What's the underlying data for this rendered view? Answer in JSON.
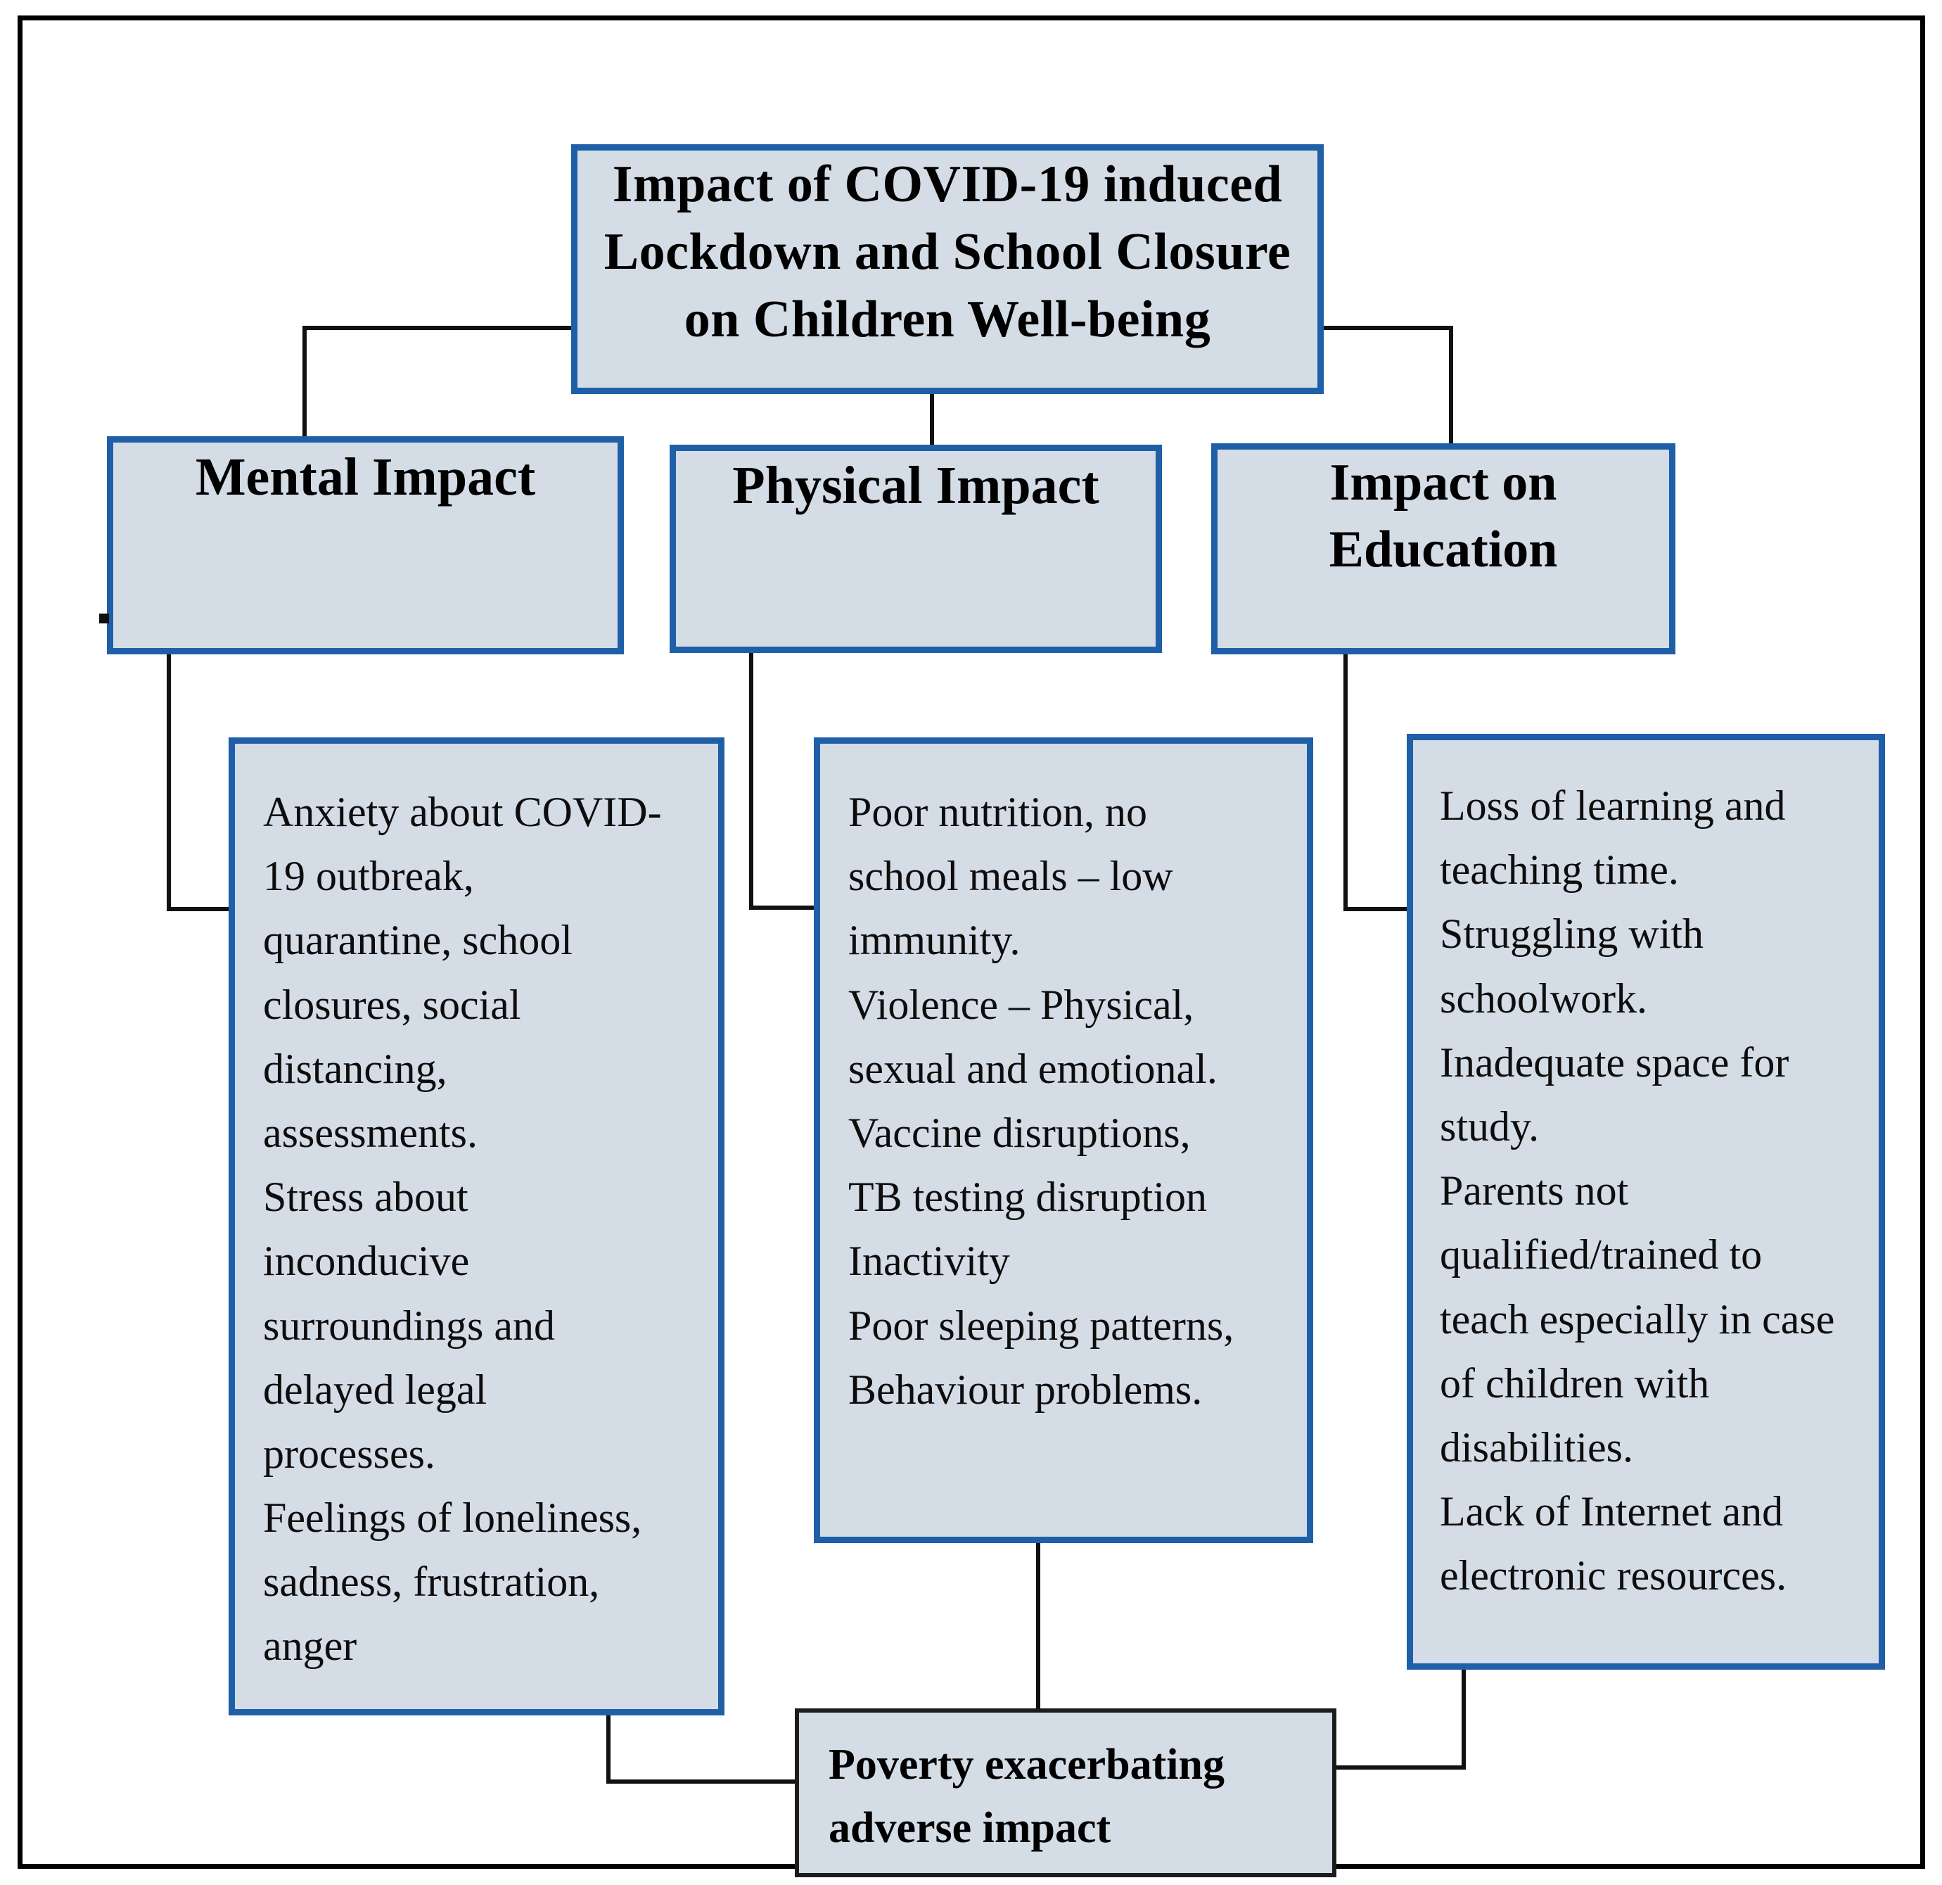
{
  "diagram": {
    "title": "Impact of COVID-19 induced Lockdown and School Closure on Children Well-being",
    "type": "hierarchy-flowchart",
    "colors": {
      "node_fill": "#d4dce6",
      "node_border": "#1f5fa8",
      "plain_node_border": "#1c1c1c",
      "connector": "#111111",
      "frame": "#000000",
      "text": "#000000"
    },
    "root": {
      "label": "Impact of COVID-19 induced\nLockdown and School Closure\non Children Well-being"
    },
    "branches": [
      {
        "id": "mental",
        "label": "Mental Impact",
        "detail": "Anxiety about COVID-19 outbreak, quarantine, school closures, social distancing, assessments.\nStress about inconducive surroundings and delayed legal processes.\nFeelings of loneliness, sadness, frustration, anger",
        "detail_lines": [
          "Anxiety about COVID-",
          "19 outbreak,",
          "quarantine, school",
          "closures, social",
          "distancing,",
          "assessments.",
          "Stress about",
          "inconducive",
          "surroundings and",
          "delayed legal",
          "processes.",
          "Feelings of loneliness,",
          "sadness, frustration,",
          "anger"
        ]
      },
      {
        "id": "physical",
        "label": "Physical Impact",
        "detail": "Poor nutrition, no school meals – low immunity.\nViolence – Physical, sexual and emotional.\nVaccine disruptions, TB testing disruption\nInactivity\nPoor sleeping patterns, Behaviour problems.",
        "detail_lines": [
          "Poor nutrition, no",
          "school meals – low",
          "immunity.",
          "Violence – Physical,",
          "sexual and emotional.",
          "Vaccine disruptions,",
          "TB testing disruption",
          "Inactivity",
          "Poor sleeping patterns,",
          "Behaviour problems."
        ]
      },
      {
        "id": "education",
        "label": "Impact on\nEducation",
        "detail": "Loss of learning and teaching time.\nStruggling with schoolwork.\nInadequate space for study.\nParents not qualified/trained to teach especially in case of children with disabilities.\nLack of Internet and electronic resources.",
        "detail_lines": [
          "Loss of learning and",
          "teaching time.",
          "Struggling with",
          "schoolwork.",
          "Inadequate space for",
          "study.",
          "Parents not",
          "qualified/trained to",
          "teach especially in case",
          "of children with",
          "disabilities.",
          "Lack of Internet and",
          "electronic resources."
        ]
      }
    ],
    "footer": {
      "label": "Poverty exacerbating\nadverse impact"
    },
    "edges": [
      {
        "from": "root",
        "to": "mental"
      },
      {
        "from": "root",
        "to": "physical"
      },
      {
        "from": "root",
        "to": "education"
      },
      {
        "from": "mental",
        "to": "mental-detail"
      },
      {
        "from": "physical",
        "to": "physical-detail"
      },
      {
        "from": "education",
        "to": "education-detail"
      },
      {
        "from": "mental-detail",
        "to": "poverty"
      },
      {
        "from": "physical-detail",
        "to": "poverty"
      },
      {
        "from": "education-detail",
        "to": "poverty"
      }
    ]
  }
}
